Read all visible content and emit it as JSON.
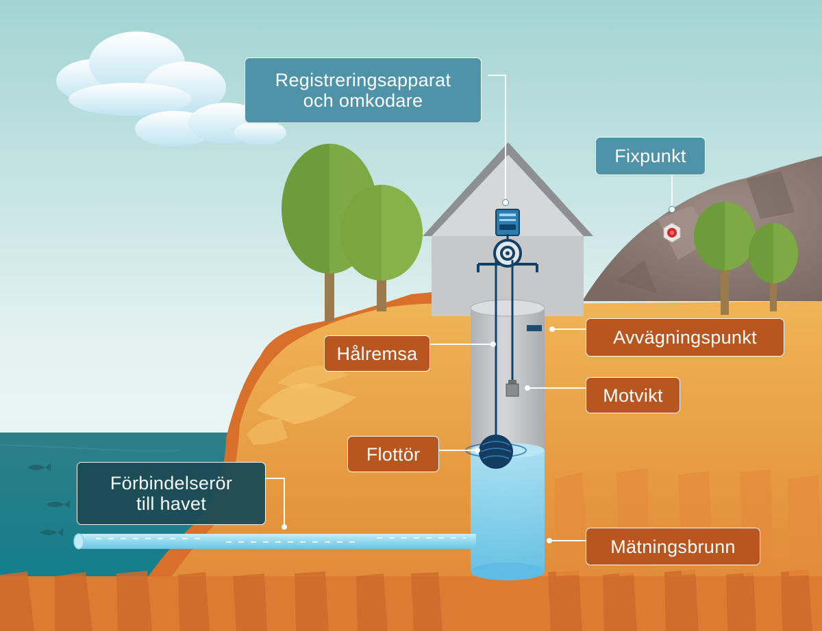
{
  "colors": {
    "sky_top": "#a8d7d5",
    "sky_bottom": "#f4f9f8",
    "sea": "#2c7a82",
    "ground": "#e3a349",
    "ground_dark": "#d9712c",
    "house": "#c8c8ca",
    "roof": "#8b8c8e",
    "well": "#bfc1c4",
    "water": "#8fd6f0",
    "tree_green": "#7aa63f",
    "rock": "#8b7a72",
    "label_blue": "#4f93a9",
    "label_orange": "#b9551e",
    "label_dark": "#1d4d56"
  },
  "labels": {
    "recorder": {
      "line1": "Registreringsapparat",
      "line2": "och omkodare"
    },
    "benchmark": "Fixpunkt",
    "levelling_point": "Avvägningspunkt",
    "tape": "Hålremsa",
    "counterweight": "Motvikt",
    "float": "Flottör",
    "connecting_pipe": {
      "line1": "Förbindelserör",
      "line2": "till havet"
    },
    "gauge_well": "Mätningsbrunn"
  },
  "icons": {
    "recorder": "recorder-device-icon",
    "pulley": "pulley-wheel-icon",
    "benchmark": "benchmark-bolt-icon",
    "float": "float-ball-icon",
    "weight": "counterweight-icon",
    "fish": "fish-icon"
  }
}
